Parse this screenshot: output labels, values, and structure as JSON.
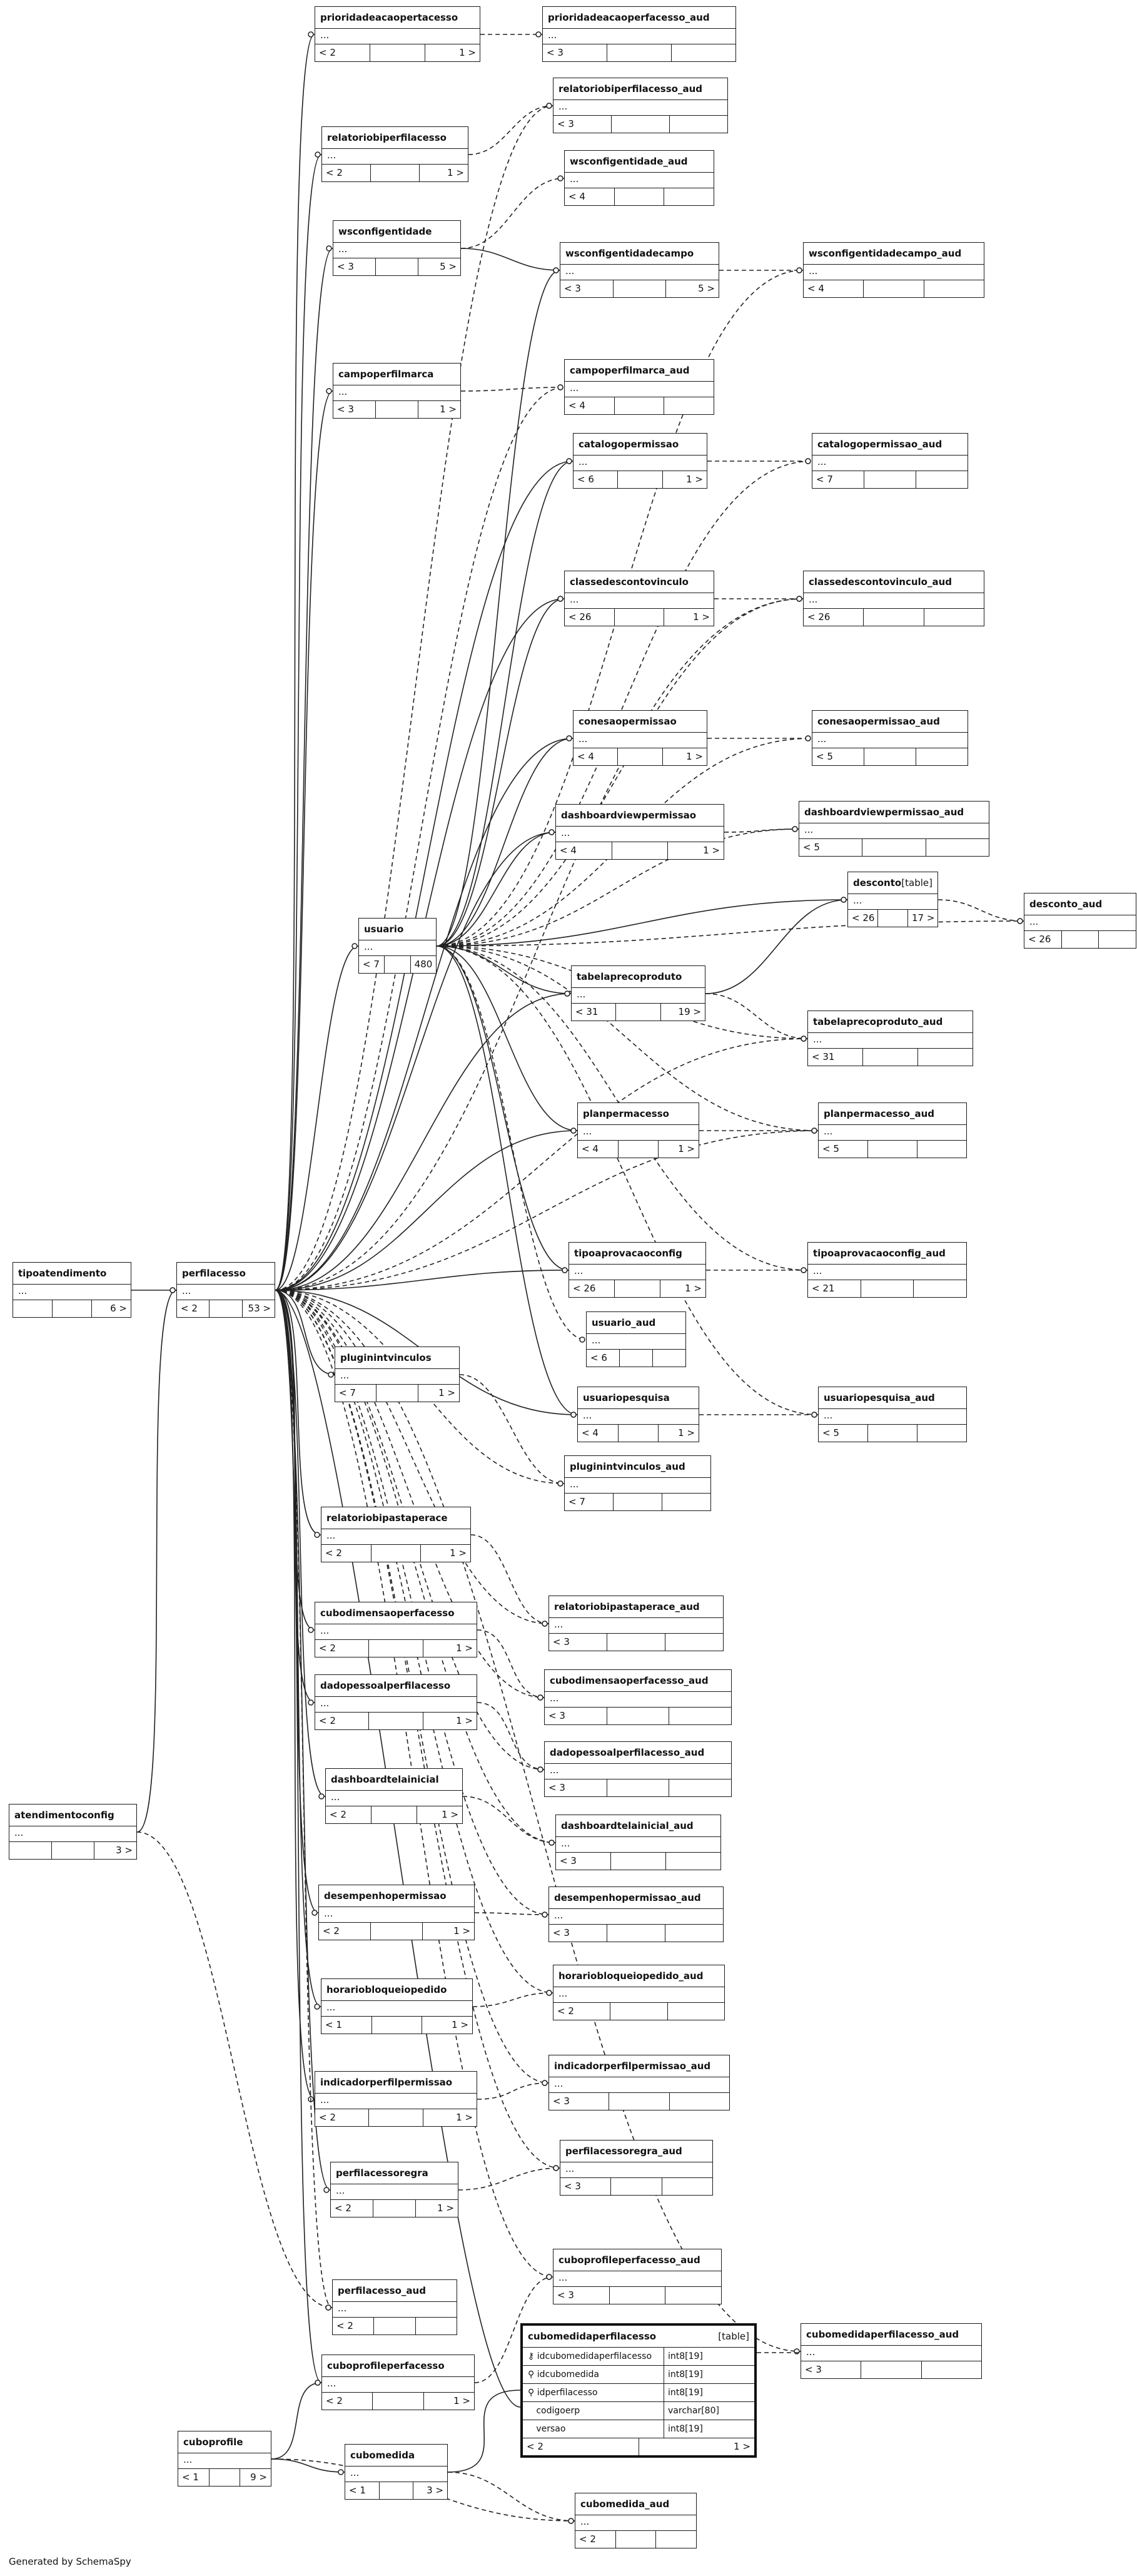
{
  "tag": "[table]",
  "generated_by": "Generated by SchemaSpy",
  "tables": [
    {
      "id": "t_prioridade",
      "name": "prioridadeacaopertacesso",
      "left": "< 2",
      "right": "1 >"
    },
    {
      "id": "t_prioridade_aud",
      "name": "prioridadeacaoperfacesso_aud",
      "left": "< 3",
      "right": ""
    },
    {
      "id": "t_relpf_aud",
      "name": "relatoriobiperfilacesso_aud",
      "left": "< 3",
      "right": ""
    },
    {
      "id": "t_relpf",
      "name": "relatoriobiperfilacesso",
      "left": "< 2",
      "right": "1 >"
    },
    {
      "id": "t_wsconf_aud",
      "name": "wsconfigentidade_aud",
      "left": "< 4",
      "right": ""
    },
    {
      "id": "t_wsconf",
      "name": "wsconfigentidade",
      "left": "< 3",
      "right": "5 >"
    },
    {
      "id": "t_wsconfcampo",
      "name": "wsconfigentidadecampo",
      "left": "< 3",
      "right": "5 >"
    },
    {
      "id": "t_wsconfcampo_aud",
      "name": "wsconfigentidadecampo_aud",
      "left": "< 4",
      "right": ""
    },
    {
      "id": "t_campo",
      "name": "campoperfilmarca",
      "left": "< 3",
      "right": "1 >"
    },
    {
      "id": "t_campo_aud",
      "name": "campoperfilmarca_aud",
      "left": "< 4",
      "right": ""
    },
    {
      "id": "t_catalogo",
      "name": "catalogopermissao",
      "left": "< 6",
      "right": "1 >"
    },
    {
      "id": "t_catalogo_aud",
      "name": "catalogopermissao_aud",
      "left": "< 7",
      "right": ""
    },
    {
      "id": "t_classe",
      "name": "classedescontovinculo",
      "left": "< 26",
      "right": "1 >"
    },
    {
      "id": "t_classe_aud",
      "name": "classedescontovinculo_aud",
      "left": "< 26",
      "right": ""
    },
    {
      "id": "t_conesao",
      "name": "conesaopermissao",
      "left": "< 4",
      "right": "1 >"
    },
    {
      "id": "t_conesao_aud",
      "name": "conesaopermissao_aud",
      "left": "< 5",
      "right": ""
    },
    {
      "id": "t_dashview",
      "name": "dashboardviewpermissao",
      "left": "< 4",
      "right": "1 >"
    },
    {
      "id": "t_dashview_aud",
      "name": "dashboardviewpermissao_aud",
      "left": "< 5",
      "right": ""
    },
    {
      "id": "t_desconto",
      "name": "desconto",
      "left": "< 26",
      "right": "17 >"
    },
    {
      "id": "t_desconto_aud",
      "name": "desconto_aud",
      "left": "< 26",
      "right": ""
    },
    {
      "id": "t_usuario",
      "name": "usuario",
      "left": "< 7",
      "right": "480 >"
    },
    {
      "id": "t_tabela",
      "name": "tabelaprecoproduto",
      "left": "< 31",
      "right": "19 >"
    },
    {
      "id": "t_tabela_aud",
      "name": "tabelaprecoproduto_aud",
      "left": "< 31",
      "right": ""
    },
    {
      "id": "t_planperm",
      "name": "planpermacesso",
      "left": "< 4",
      "right": "1 >"
    },
    {
      "id": "t_planperm_aud",
      "name": "planpermacesso_aud",
      "left": "< 5",
      "right": ""
    },
    {
      "id": "t_tipoatend",
      "name": "tipoatendimento",
      "left": "",
      "right": "6 >"
    },
    {
      "id": "t_perfil",
      "name": "perfilacesso",
      "left": "< 2",
      "right": "53 >"
    },
    {
      "id": "t_tipoaprov",
      "name": "tipoaprovacaoconfig",
      "left": "< 26",
      "right": "1 >"
    },
    {
      "id": "t_tipoaprov_aud",
      "name": "tipoaprovacaoconfig_aud",
      "left": "< 21",
      "right": ""
    },
    {
      "id": "t_plugin",
      "name": "pluginintvinculos",
      "left": "< 7",
      "right": "1 >"
    },
    {
      "id": "t_usuario_aud",
      "name": "usuario_aud",
      "left": "< 6",
      "right": ""
    },
    {
      "id": "t_usupesq",
      "name": "usuariopesquisa",
      "left": "< 4",
      "right": "1 >"
    },
    {
      "id": "t_usupesq_aud",
      "name": "usuariopesquisa_aud",
      "left": "< 5",
      "right": ""
    },
    {
      "id": "t_plugin_aud",
      "name": "pluginintvinculos_aud",
      "left": "< 7",
      "right": ""
    },
    {
      "id": "t_relpasta",
      "name": "relatoriobipastaperace",
      "left": "< 2",
      "right": "1 >"
    },
    {
      "id": "t_relpasta_aud",
      "name": "relatoriobipastaperace_aud",
      "left": "< 3",
      "right": ""
    },
    {
      "id": "t_cubodim",
      "name": "cubodimensaoperfacesso",
      "left": "< 2",
      "right": "1 >"
    },
    {
      "id": "t_cubodim_aud",
      "name": "cubodimensaoperfacesso_aud",
      "left": "< 3",
      "right": ""
    },
    {
      "id": "t_dadopes",
      "name": "dadopessoalperfilacesso",
      "left": "< 2",
      "right": "1 >"
    },
    {
      "id": "t_dadopes_aud",
      "name": "dadopessoalperfilacesso_aud",
      "left": "< 3",
      "right": ""
    },
    {
      "id": "t_dashtela",
      "name": "dashboardtelainicial",
      "left": "< 2",
      "right": "1 >"
    },
    {
      "id": "t_dashtela_aud",
      "name": "dashboardtelainicial_aud",
      "left": "< 3",
      "right": ""
    },
    {
      "id": "t_atendconf",
      "name": "atendimentoconfig",
      "left": "",
      "right": "3 >"
    },
    {
      "id": "t_desemp",
      "name": "desempenhopermissao",
      "left": "< 2",
      "right": "1 >"
    },
    {
      "id": "t_desemp_aud",
      "name": "desempenhopermissao_aud",
      "left": "< 3",
      "right": ""
    },
    {
      "id": "t_horario",
      "name": "horariobloqueiopedido",
      "left": "< 1",
      "right": "1 >"
    },
    {
      "id": "t_horario_aud",
      "name": "horariobloqueiopedido_aud",
      "left": "< 2",
      "right": ""
    },
    {
      "id": "t_indicador",
      "name": "indicadorperfilpermissao",
      "left": "< 2",
      "right": "1 >"
    },
    {
      "id": "t_indicador_aud",
      "name": "indicadorperfilpermissao_aud",
      "left": "< 3",
      "right": ""
    },
    {
      "id": "t_pregra_aud",
      "name": "perfilacessoregra_aud",
      "left": "< 3",
      "right": ""
    },
    {
      "id": "t_pregra",
      "name": "perfilacessoregra",
      "left": "< 2",
      "right": "1 >"
    },
    {
      "id": "t_cuboprof_aud",
      "name": "cuboprofileperfacesso_aud",
      "left": "< 3",
      "right": ""
    },
    {
      "id": "t_perfil_aud",
      "name": "perfilacesso_aud",
      "left": "< 2",
      "right": ""
    },
    {
      "id": "t_cuboprof",
      "name": "cuboprofileperfacesso",
      "left": "< 2",
      "right": "1 >"
    },
    {
      "id": "t_cubomedperf_aud",
      "name": "cubomedidaperfilacesso_aud",
      "left": "< 3",
      "right": ""
    },
    {
      "id": "t_cuboprofile",
      "name": "cuboprofile",
      "left": "< 1",
      "right": "9 >"
    },
    {
      "id": "t_cubomedida",
      "name": "cubomedida",
      "left": "< 1",
      "right": "3 >"
    },
    {
      "id": "t_cubomedida_aud",
      "name": "cubomedida_aud",
      "left": "< 2",
      "right": ""
    }
  ],
  "focus_table": {
    "name": "cubomedidaperfilacesso",
    "columns": [
      {
        "key": "pk",
        "name": "idcubomedidaperfilacesso",
        "type": "int8[19]"
      },
      {
        "key": "fk",
        "name": "idcubomedida",
        "type": "int8[19]"
      },
      {
        "key": "fk",
        "name": "idperfilacesso",
        "type": "int8[19]"
      },
      {
        "key": "",
        "name": "codigoerp",
        "type": "varchar[80]"
      },
      {
        "key": "",
        "name": "versao",
        "type": "int8[19]"
      }
    ],
    "left": "< 2",
    "right": "1 >"
  },
  "key_glyphs": {
    "pk": "⚷",
    "fk": "⚲"
  }
}
